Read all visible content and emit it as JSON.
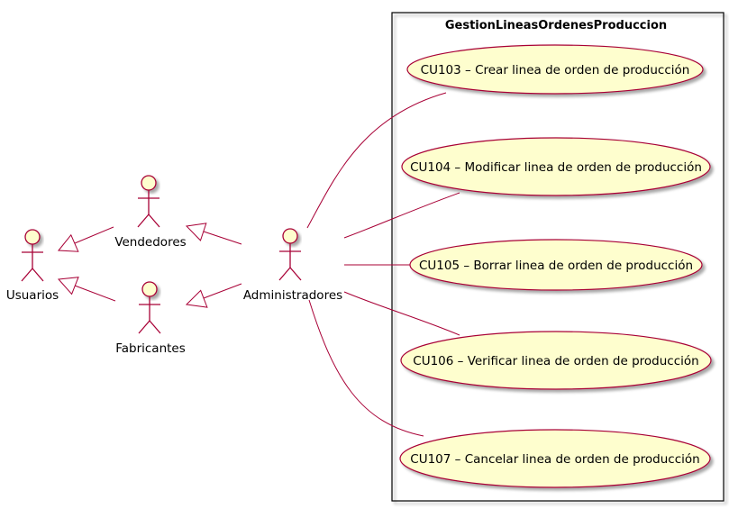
{
  "boundary": {
    "title": "GestionLineasOrdenesProduccion"
  },
  "actors": {
    "usuarios": "Usuarios",
    "vendedores": "Vendedores",
    "fabricantes": "Fabricantes",
    "administradores": "Administradores"
  },
  "use_cases": [
    "CU103 – Crear linea de orden de producción",
    "CU104 – Modificar linea de orden de producción",
    "CU105 – Borrar linea de orden de producción",
    "CU106 – Verificar linea de orden de producción",
    "CU107 – Cancelar linea de orden de producción"
  ],
  "colors": {
    "actor_fill": "#FEFECE",
    "actor_stroke": "#A80036",
    "usecase_fill": "#FEFECE",
    "usecase_stroke": "#A80036",
    "line": "#A80036",
    "boundary_stroke": "#000000"
  }
}
